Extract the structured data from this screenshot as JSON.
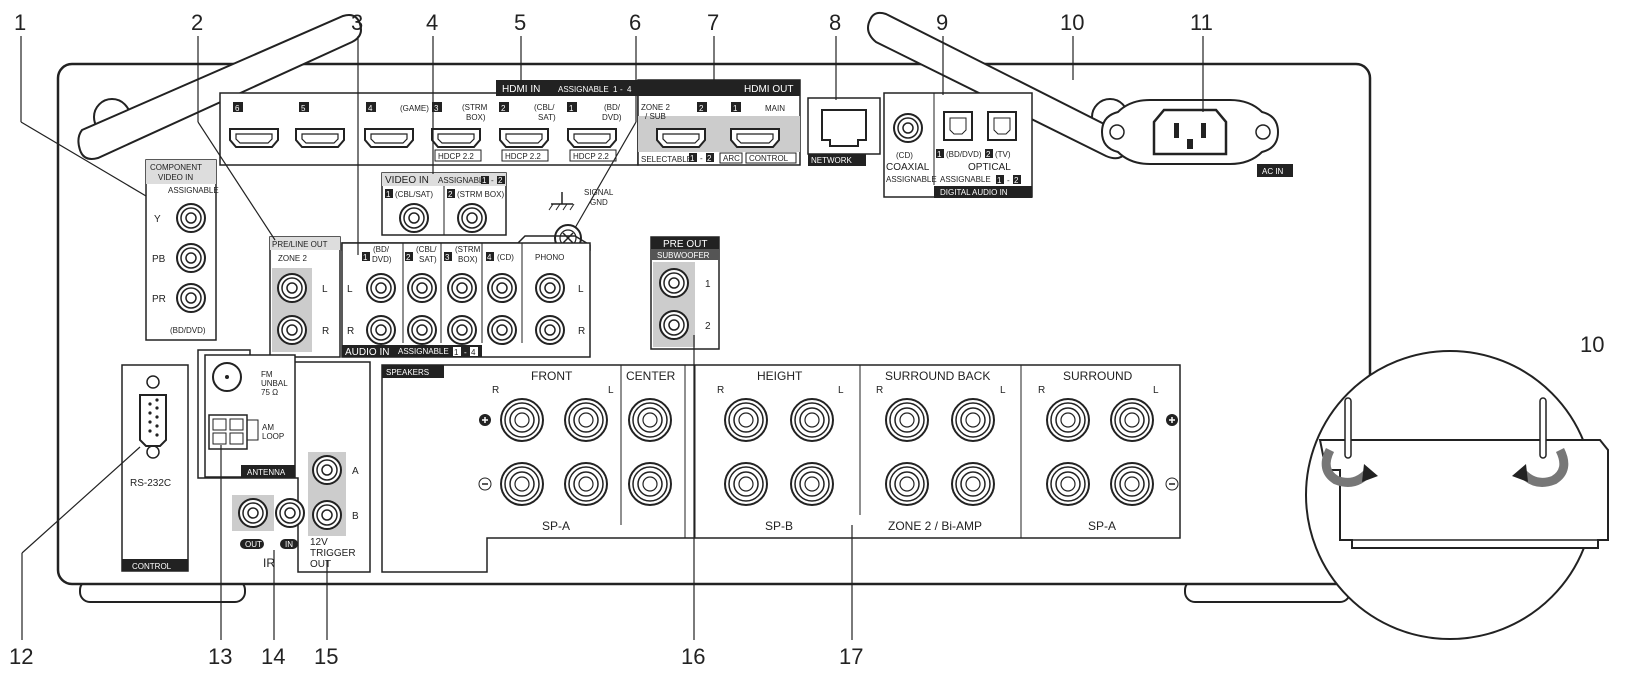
{
  "callouts": {
    "n1": "1",
    "n2": "2",
    "n3": "3",
    "n4": "4",
    "n5": "5",
    "n6": "6",
    "n7": "7",
    "n8": "8",
    "n9": "9",
    "n10": "10",
    "n11": "11",
    "n12": "12",
    "n13": "13",
    "n14": "14",
    "n15": "15",
    "n16": "16",
    "n17": "17",
    "n10b": "10"
  },
  "hdmi_in": {
    "title": "HDMI IN",
    "assignable": "ASSIGNABLE",
    "assign_a": "1",
    "assign_dash": "-",
    "assign_b": "4",
    "port6": "6",
    "port5": "5",
    "port4": "4",
    "game": "(GAME)",
    "port3": "3",
    "strm1": "(STRM",
    "strm2": "BOX)",
    "port2": "2",
    "cbl1": "(CBL/",
    "cbl2": "SAT)",
    "port1": "1",
    "bd1": "(BD/",
    "bd2": "DVD)",
    "hdcp_a": "HDCP 2.2",
    "hdcp_b": "HDCP 2.2",
    "hdcp_c": "HDCP 2.2"
  },
  "hdmi_out": {
    "title": "HDMI OUT",
    "zone1": "ZONE 2",
    "zone2": "/ SUB",
    "main": "MAIN",
    "p2": "2",
    "p1": "1",
    "selectable": "SELECTABLE",
    "sel_a": "1",
    "sel_dash": "-",
    "sel_b": "2",
    "arc": "ARC",
    "control": "CONTROL"
  },
  "network": "NETWORK",
  "digital_audio": {
    "cd": "(CD)",
    "coaxial": "COAXIAL",
    "assignable": "ASSIGNABLE",
    "opt1": "1",
    "bd": "(BD/DVD)",
    "opt2": "2",
    "tv": "(TV)",
    "optical": "OPTICAL",
    "assignable2": "ASSIGNABLE",
    "as_a": "1",
    "as_dash": "-",
    "as_b": "2",
    "title": "DIGITAL AUDIO IN"
  },
  "ac_in": "AC IN",
  "component": {
    "t1": "COMPONENT",
    "t2": "VIDEO IN",
    "assignable": "ASSIGNABLE",
    "y": "Y",
    "pb": "PB",
    "pr": "PR",
    "bd": "(BD/DVD)"
  },
  "video_in": {
    "title": "VIDEO IN",
    "assignable": "ASSIGNABLE",
    "a": "1",
    "dash": "-",
    "b": "2",
    "i1": "1",
    "cbl": "(CBL/SAT)",
    "i2": "2",
    "strm": "(STRM BOX)"
  },
  "signal_gnd": {
    "l1": "SIGNAL",
    "l2": "GND"
  },
  "preline": {
    "title": "PRE/LINE OUT",
    "zone": "ZONE 2",
    "l": "L",
    "r": "R"
  },
  "audio_in": {
    "i1": "1",
    "bd1": "(BD/",
    "bd2": "DVD)",
    "i2": "2",
    "cbl1": "(CBL/",
    "cbl2": "SAT)",
    "i3": "3",
    "strm1": "(STRM",
    "strm2": "BOX)",
    "i4": "4",
    "cd": "(CD)",
    "phono": "PHONO",
    "l": "L",
    "r": "R",
    "l2": "L",
    "r2": "R",
    "title": "AUDIO IN",
    "assignable": "ASSIGNABLE",
    "a": "1",
    "dash": "-",
    "b": "4"
  },
  "preout": {
    "title": "PRE OUT",
    "sub": "SUBWOOFER",
    "c1": "1",
    "c2": "2"
  },
  "speakers": {
    "title": "SPEAKERS",
    "front": "FRONT",
    "center": "CENTER",
    "height": "HEIGHT",
    "surround_back": "SURROUND BACK",
    "surround": "SURROUND",
    "spa": "SP-A",
    "spb": "SP-B",
    "zone2": "ZONE 2 / Bi-AMP",
    "spa2": "SP-A",
    "r1": "R",
    "l1": "L",
    "r2": "R",
    "l2": "L",
    "r3": "R",
    "l3": "L",
    "r4": "R",
    "l4": "L"
  },
  "rs232": "RS-232C",
  "control": "CONTROL",
  "antenna": {
    "fm1": "FM",
    "fm2": "UNBAL",
    "fm3": "75 Ω",
    "am1": "AM",
    "am2": "LOOP",
    "title": "ANTENNA"
  },
  "ir": {
    "out": "OUT",
    "in": "IN",
    "title": "IR"
  },
  "trigger": {
    "a": "A",
    "b": "B",
    "t1": "12V",
    "t2": "TRIGGER",
    "t3": "OUT"
  }
}
